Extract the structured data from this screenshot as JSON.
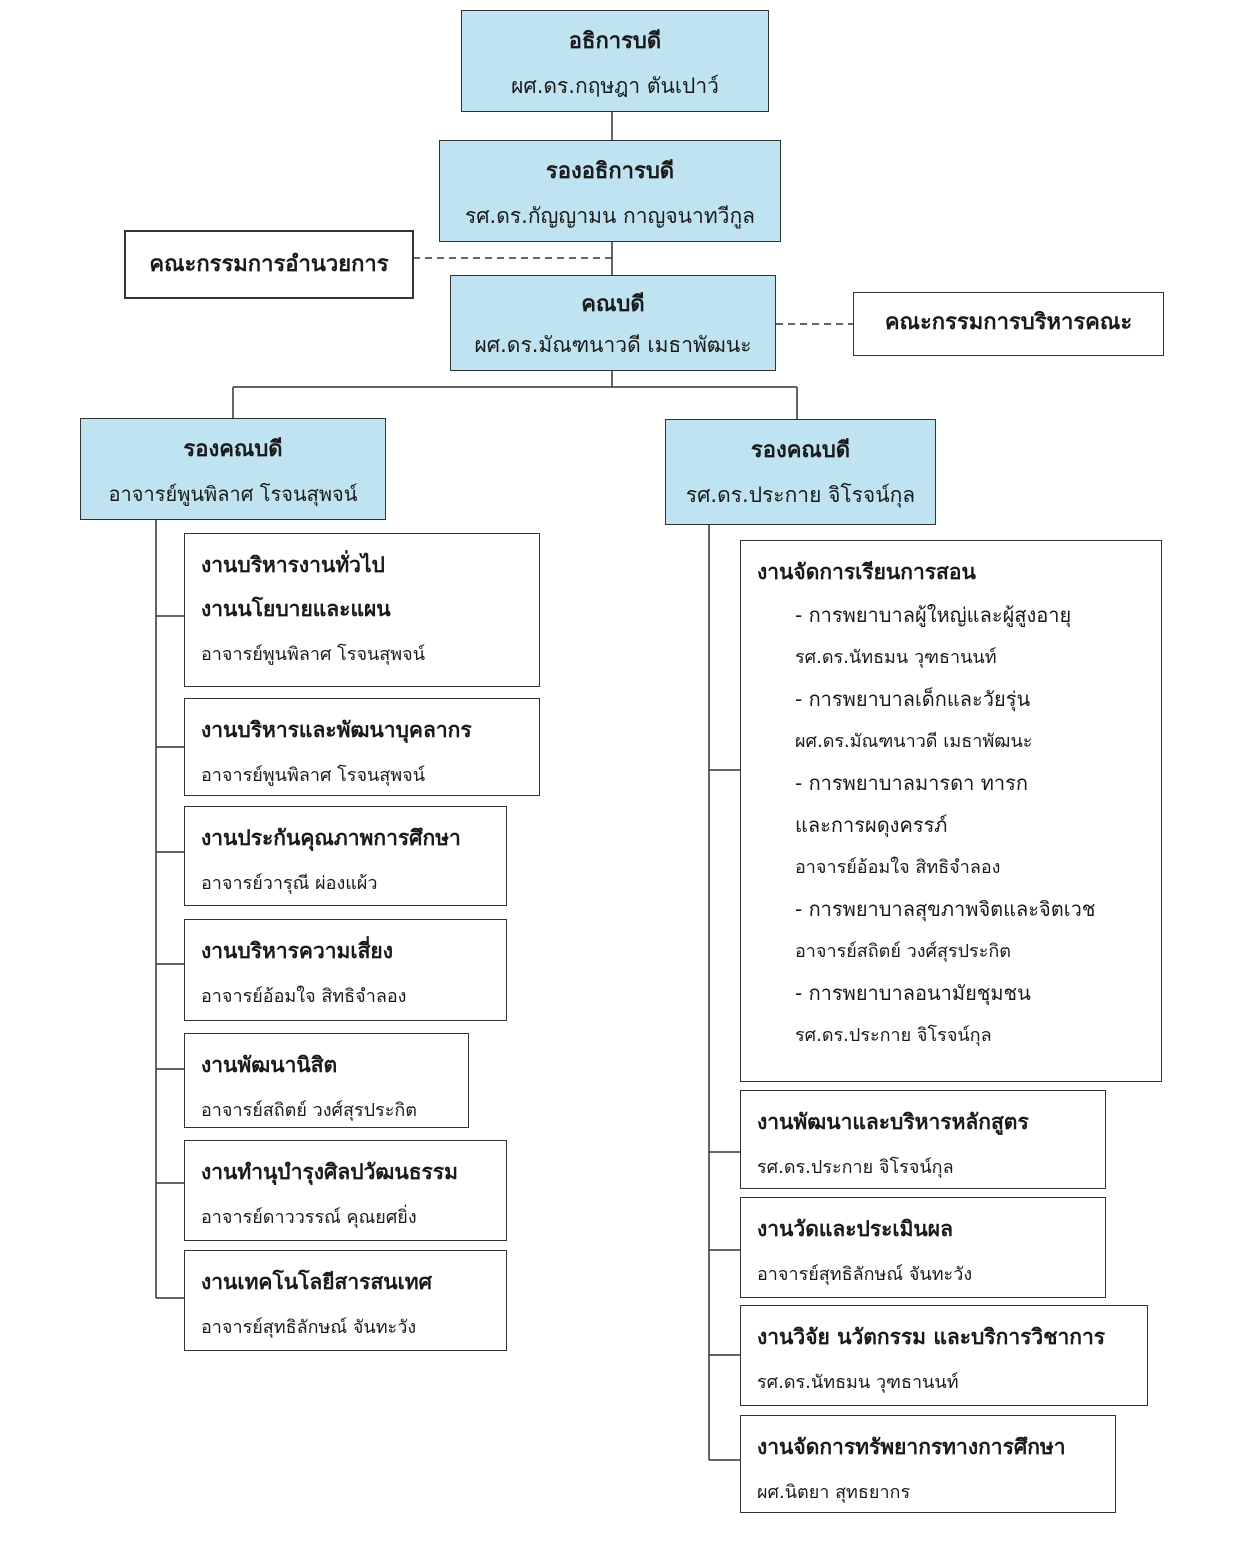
{
  "president": {
    "title": "อธิการบดี",
    "name": "ผศ.ดร.กฤษฎา ตันเปาว์"
  },
  "vice_president": {
    "title": "รองอธิการบดี",
    "name": "รศ.ดร.กัญญามน กาญจนาทวีกูล"
  },
  "admin_committee": "คณะกรรมการอำนวยการ",
  "dean": {
    "title": "คณบดี",
    "name": "ผศ.ดร.มัณฑนาวดี เมธาพัฒนะ"
  },
  "faculty_committee": "คณะกรรมการบริหารคณะ",
  "left_vice_dean": {
    "title": "รองคณบดี",
    "name": "อาจารย์พูนพิลาศ โรจนสุพจน์"
  },
  "right_vice_dean": {
    "title": "รองคณบดี",
    "name": "รศ.ดร.ประกาย จิโรจน์กุล"
  },
  "left_units": [
    {
      "titles": [
        "งานบริหารงานทั่วไป",
        "งานนโยบายและแผน"
      ],
      "person": "อาจารย์พูนพิลาศ โรจนสุพจน์"
    },
    {
      "titles": [
        "งานบริหารและพัฒนาบุคลากร"
      ],
      "person": "อาจารย์พูนพิลาศ โรจนสุพจน์"
    },
    {
      "titles": [
        "งานประกันคุณภาพการศึกษา"
      ],
      "person": "อาจารย์วารุณี ผ่องแผ้ว"
    },
    {
      "titles": [
        "งานบริหารความเสี่ยง"
      ],
      "person": "อาจารย์อ้อมใจ สิทธิจำลอง"
    },
    {
      "titles": [
        "งานพัฒนานิสิต"
      ],
      "person": "อาจารย์สถิตย์ วงศ์สุรประกิต"
    },
    {
      "titles": [
        "งานทำนุบำรุงศิลปวัฒนธรรม"
      ],
      "person": "อาจารย์ดาววรรณ์ คุณยศยิ่ง"
    },
    {
      "titles": [
        "งานเทคโนโลยีสารสนเทศ"
      ],
      "person": "อาจารย์สุทธิลักษณ์ จันทะวัง"
    }
  ],
  "teaching_unit": {
    "title": "งานจัดการเรียนการสอน",
    "subs": [
      {
        "lines": [
          "- การพยาบาลผู้ใหญ่และผู้สูงอายุ"
        ],
        "person": "รศ.ดร.นัทธมน วุฑธานนท์"
      },
      {
        "lines": [
          "- การพยาบาลเด็กและวัยรุ่น"
        ],
        "person": "ผศ.ดร.มัณฑนาวดี เมธาพัฒนะ"
      },
      {
        "lines": [
          "- การพยาบาลมารดา ทารก",
          "และการผดุงครรภ์"
        ],
        "person": "อาจารย์อ้อมใจ สิทธิจำลอง"
      },
      {
        "lines": [
          "- การพยาบาลสุขภาพจิตและจิตเวช"
        ],
        "person": "อาจารย์สถิตย์ วงศ์สุรประกิต"
      },
      {
        "lines": [
          "- การพยาบาลอนามัยชุมชน"
        ],
        "person": "รศ.ดร.ประกาย จิโรจน์กุล"
      }
    ]
  },
  "right_units": [
    {
      "titles": [
        "งานพัฒนาและบริหารหลักสูตร"
      ],
      "person": "รศ.ดร.ประกาย จิโรจน์กุล"
    },
    {
      "titles": [
        "งานวัดและประเมินผล"
      ],
      "person": "อาจารย์สุทธิลักษณ์ จันทะวัง"
    },
    {
      "titles": [
        "งานวิจัย นวัตกรรม และบริการวิชาการ"
      ],
      "person": "รศ.ดร.นัทธมน วุฑธานนท์"
    },
    {
      "titles": [
        "งานจัดการทรัพยากรทางการศึกษา"
      ],
      "person": "ผศ.นิตยา สุทธยากร"
    }
  ]
}
